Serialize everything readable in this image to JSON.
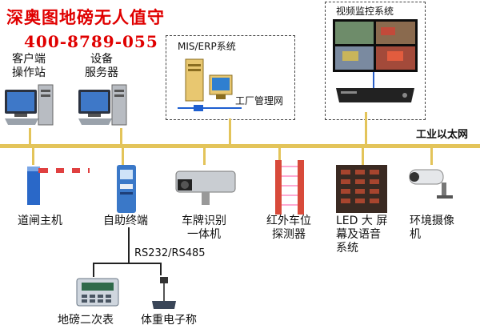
{
  "title": "深奥图地磅无人值守",
  "phone": "400-8789-055",
  "top_left_devices": [
    {
      "label_line1": "客户端",
      "label_line2": "操作站"
    },
    {
      "label_line1": "设备",
      "label_line2": "服务器"
    }
  ],
  "mis_box": {
    "title": "MIS/ERP系统",
    "network_label": "工厂管理网"
  },
  "video_box": {
    "title": "视频监控系统"
  },
  "bus_label": "工业以太网",
  "devices": [
    {
      "label_line1": "道闸主机",
      "label_line2": ""
    },
    {
      "label_line1": "自助终端",
      "label_line2": ""
    },
    {
      "label_line1": "车牌识别",
      "label_line2": "一体机"
    },
    {
      "label_line1": "红外车位",
      "label_line2": "探测器"
    },
    {
      "label_line1": "LED 大 屏",
      "label_line2": "幕及语音",
      "label_line3": "系统"
    },
    {
      "label_line1": "环境摄像",
      "label_line2": "机"
    }
  ],
  "serial_label": "RS232/RS485",
  "sub_devices": [
    {
      "label": "地磅二次表"
    },
    {
      "label": "体重电子称"
    }
  ],
  "colors": {
    "accent_red": "#e00000",
    "bus": "#e3c45a"
  }
}
